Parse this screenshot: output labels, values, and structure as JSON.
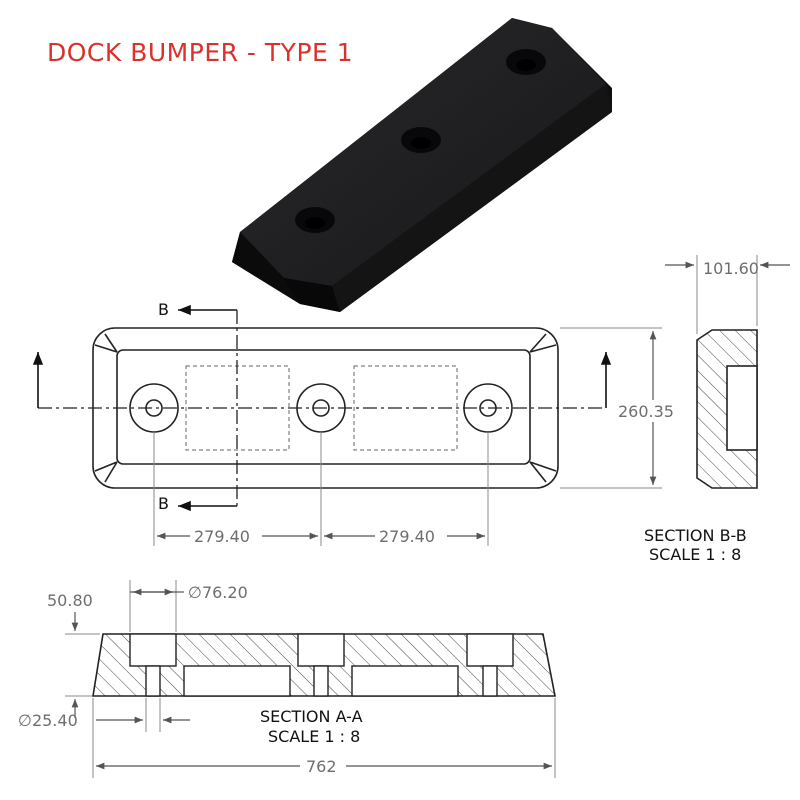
{
  "title": "DOCK BUMPER - TYPE 1",
  "dimensions": {
    "width_side": "101.60",
    "height": "260.35",
    "spacing_1": "279.40",
    "spacing_2": "279.40",
    "counterbore_depth": "50.80",
    "counterbore_diameter": "∅76.20",
    "hole_diameter": "∅25.40",
    "overall_length": "762"
  },
  "section_labels": {
    "b_top": "B",
    "b_bottom": "B",
    "section_bb": "SECTION B-B",
    "scale_bb": "SCALE 1 : 8",
    "section_aa": "SECTION A-A",
    "scale_aa": "SCALE 1 : 8"
  },
  "colors": {
    "title": "#d9322c",
    "bumper_body": "#1c1c1e",
    "linework": "#222222",
    "dimension_text": "#6e6e6e"
  }
}
